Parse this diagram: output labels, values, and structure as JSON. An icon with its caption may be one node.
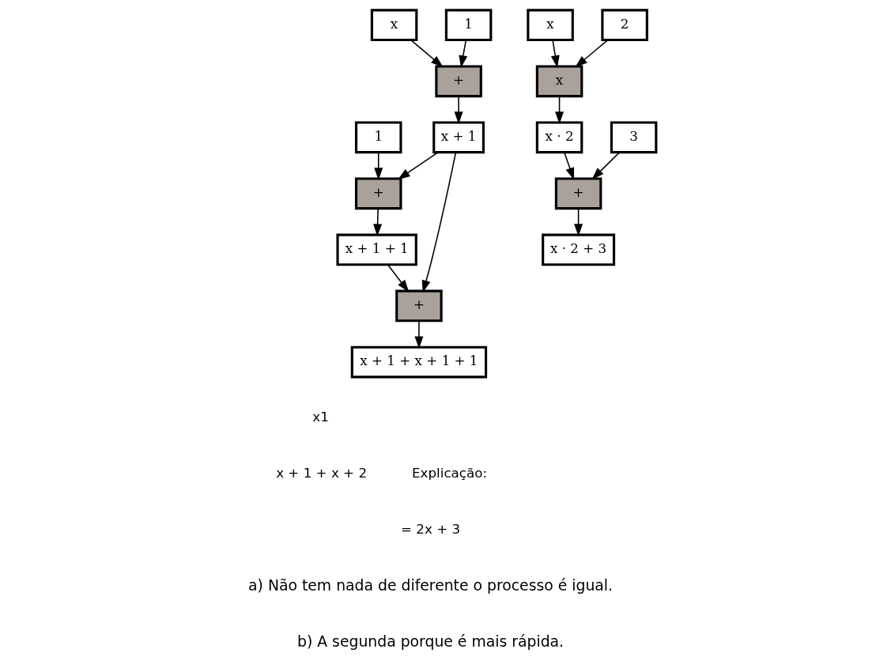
{
  "diagram": {
    "nodes": [
      {
        "text": [
          "x"
        ]
      },
      {
        "text": [
          "1"
        ]
      },
      {
        "text": [
          "+"
        ]
      },
      {
        "text": [
          "x + 1"
        ]
      },
      {
        "text": [
          "1"
        ]
      },
      {
        "text": [
          "+"
        ]
      },
      {
        "text": [
          "x + 1 + 1"
        ]
      },
      {
        "text": [
          "+"
        ]
      },
      {
        "text": [
          "x + 1 + x + 1 + 1"
        ]
      },
      {
        "text": [
          "x"
        ]
      },
      {
        "text": [
          "2"
        ]
      },
      {
        "text": [
          "x"
        ]
      },
      {
        "text": [
          "x · 2"
        ]
      },
      {
        "text": [
          "3"
        ]
      },
      {
        "text": [
          "+"
        ]
      },
      {
        "text": [
          "x · 2 + 3"
        ]
      }
    ],
    "edges": [
      {
        "from": 0,
        "to": 2,
        "arrow": "to"
      },
      {
        "from": 1,
        "to": 2,
        "arrow": "to"
      },
      {
        "from": 2,
        "to": 3,
        "arrow": "to"
      },
      {
        "from": 3,
        "to": 5,
        "arrow": "to"
      },
      {
        "from": 4,
        "to": 5,
        "arrow": "to"
      },
      {
        "from": 3,
        "to": 7,
        "arrow": "to"
      },
      {
        "from": 5,
        "to": 6,
        "arrow": "to"
      },
      {
        "from": 6,
        "to": 7,
        "arrow": "to"
      },
      {
        "from": 7,
        "to": 8,
        "arrow": "to"
      },
      {
        "from": 9,
        "to": 11,
        "arrow": "to"
      },
      {
        "from": 10,
        "to": 11,
        "arrow": "to"
      },
      {
        "from": 11,
        "to": 12,
        "arrow": "to"
      },
      {
        "from": 12,
        "to": 14,
        "arrow": "to"
      },
      {
        "from": 13,
        "to": 14,
        "arrow": "to"
      },
      {
        "from": 14,
        "to": 15,
        "arrow": "to"
      }
    ],
    "labels": [
      "x1",
      "Explicação:",
      "x + 1 + x + 2",
      "= 2x + 3",
      "a) Não tem nada de diferente o processo é igual.",
      "b) A segunda porque é mais rápida."
    ]
  }
}
